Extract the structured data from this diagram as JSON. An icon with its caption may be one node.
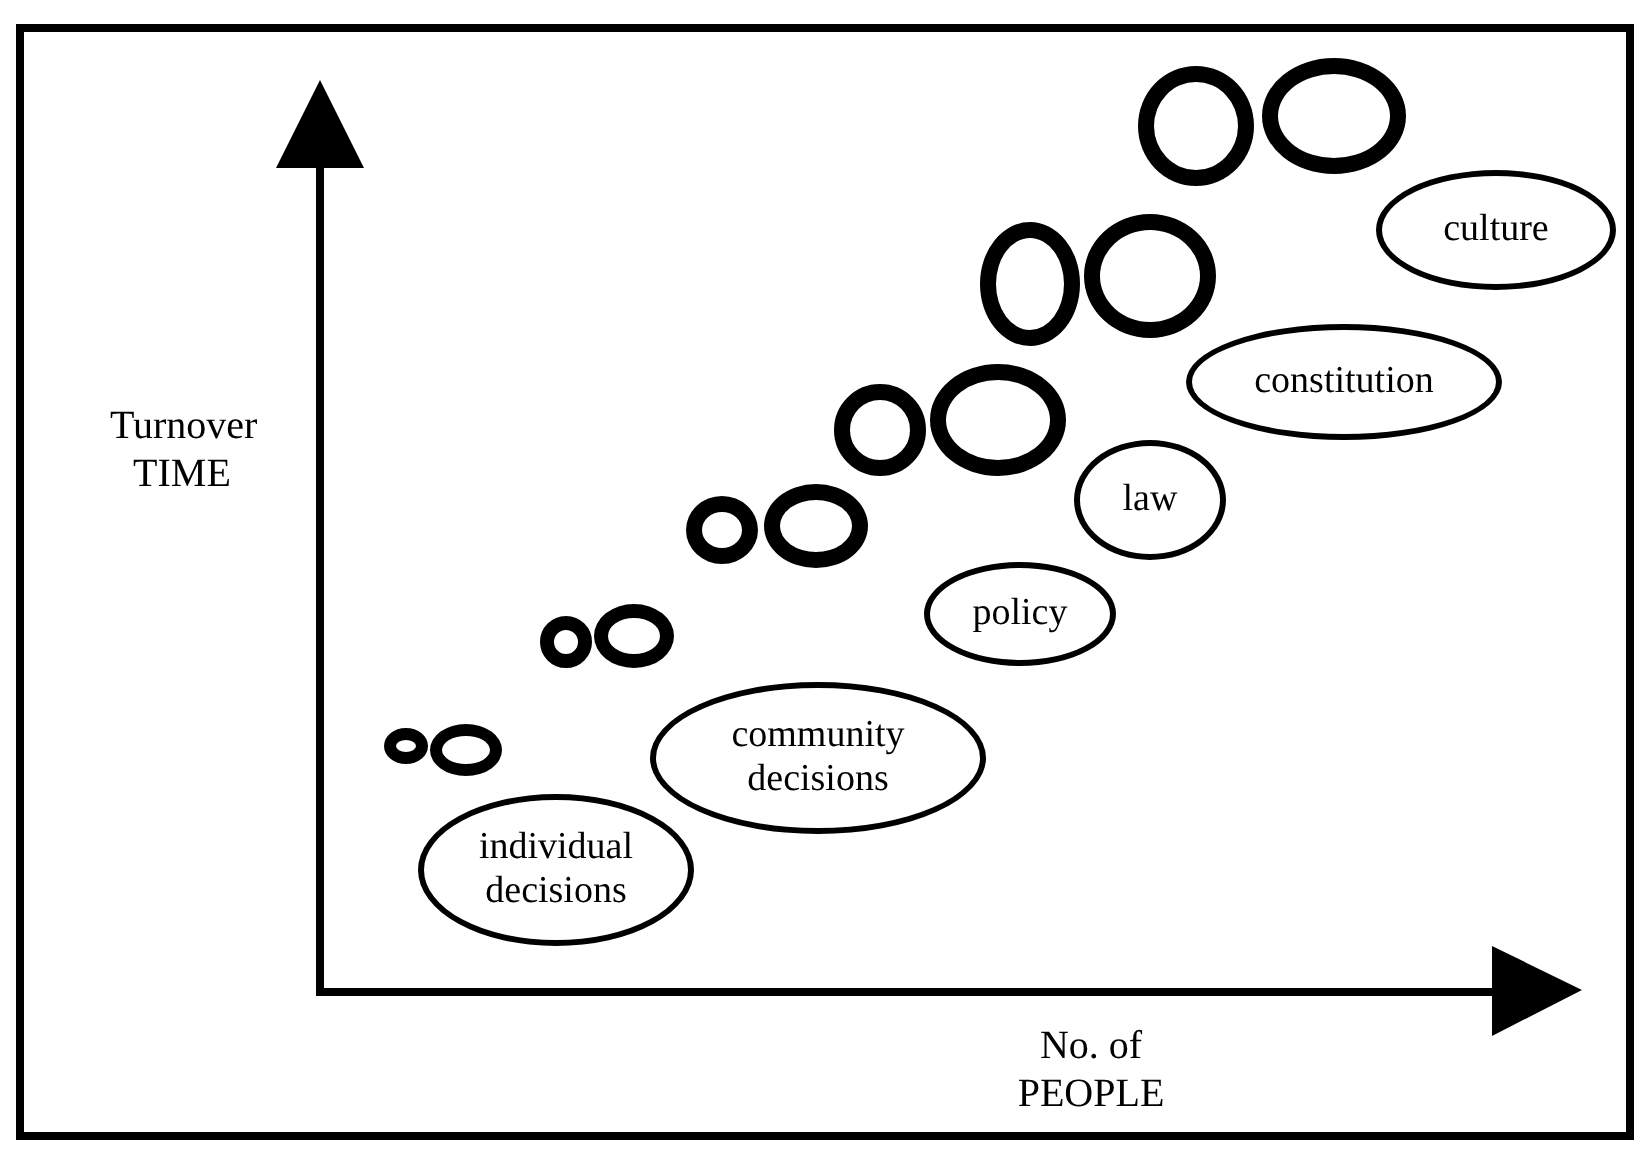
{
  "diagram": {
    "nodes": [
      {
        "text": [
          "individual decisions"
        ]
      },
      {
        "text": [
          "community decisions"
        ]
      },
      {
        "text": [
          "policy"
        ]
      },
      {
        "text": [
          "law"
        ]
      },
      {
        "text": [
          "constitution"
        ]
      },
      {
        "text": [
          "culture"
        ]
      },
      {
        "text": [],
        "shape": "ellipse"
      },
      {
        "text": [],
        "shape": "ellipse"
      },
      {
        "text": [],
        "shape": "ellipse"
      },
      {
        "text": [],
        "shape": "ellipse"
      },
      {
        "text": [],
        "shape": "ellipse"
      },
      {
        "text": [],
        "shape": "ellipse"
      },
      {
        "text": [],
        "shape": "ellipse"
      },
      {
        "text": [],
        "shape": "ellipse"
      },
      {
        "text": [],
        "shape": "ellipse"
      },
      {
        "text": [],
        "shape": "ellipse"
      },
      {
        "text": [],
        "shape": "ellipse"
      },
      {
        "text": [],
        "shape": "ellipse"
      }
    ],
    "labels": [
      "Turnover TIME",
      "No. of PEOPLE"
    ]
  }
}
